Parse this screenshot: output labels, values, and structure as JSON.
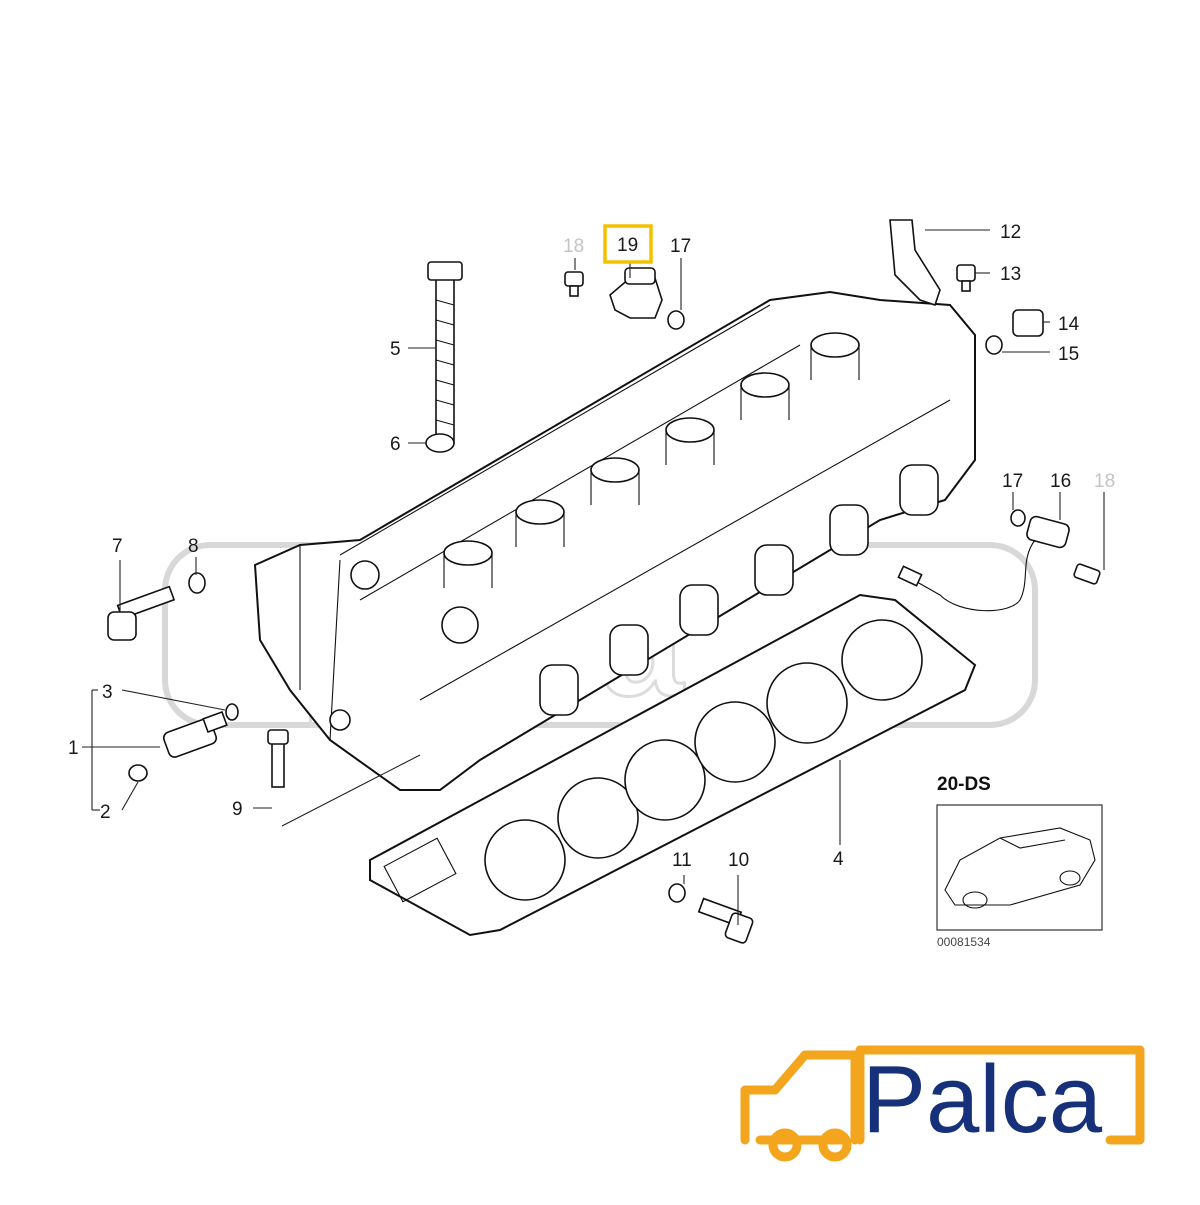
{
  "diagram": {
    "callouts": {
      "c1": "1",
      "c2": "2",
      "c3": "3",
      "c4": "4",
      "c5": "5",
      "c6": "6",
      "c7": "7",
      "c8": "8",
      "c9": "9",
      "c10": "10",
      "c11": "11",
      "c12": "12",
      "c13": "13",
      "c14": "14",
      "c15": "15",
      "c16": "16",
      "c17a": "17",
      "c17b": "17",
      "c18a": "18",
      "c18b": "18",
      "c19": "19"
    },
    "highlighted_part": "19",
    "highlight_color": "#f2c200"
  },
  "inset": {
    "label": "20-DS",
    "code": "00081534"
  },
  "watermark": {
    "text": "palca"
  },
  "brand": {
    "name": "Palca",
    "text_color": "#17307a",
    "icon_color": "#f3a51e",
    "icon": "truck-logo-icon"
  }
}
